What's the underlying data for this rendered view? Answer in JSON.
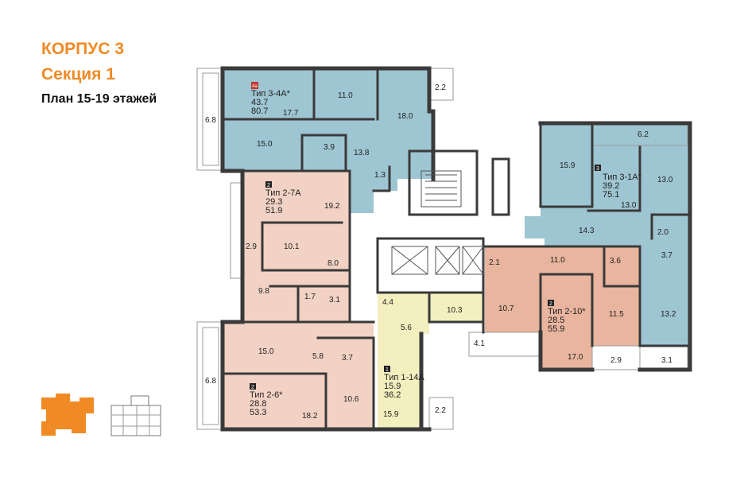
{
  "header": {
    "building": "КОРПУС 3",
    "section": "Секция 1",
    "plan": "План 15-19 этажей"
  },
  "colors": {
    "accent": "#f08a24",
    "blue": "#9ec5d2",
    "pink": "#f2d2c4",
    "salmon": "#e9b59f",
    "yellow": "#f3efbf",
    "wall": "#3a3a3a"
  },
  "units": [
    {
      "badge": "4a",
      "type": "Тип 3-4А*",
      "living": "43.7",
      "total": "80.7",
      "color": "blue"
    },
    {
      "badge": "2",
      "type": "Тип 2-7А",
      "living": "29.3",
      "total": "51.9",
      "color": "pink"
    },
    {
      "badge": "2",
      "type": "Тип 2-6*",
      "living": "28.8",
      "total": "53.3",
      "color": "pink"
    },
    {
      "badge": "1",
      "type": "Тип 1-14А",
      "living": "15.9",
      "total": "36.2",
      "color": "yellow"
    },
    {
      "badge": "2",
      "type": "Тип 2-10*",
      "living": "28.5",
      "total": "55.9",
      "color": "salmon"
    },
    {
      "badge": "3",
      "type": "Тип 3-1А*",
      "living": "39.2",
      "total": "75.1",
      "color": "blue"
    }
  ],
  "rooms": {
    "r1": "11.0",
    "r2": "2.2",
    "r3": "17.7",
    "r4": "18.0",
    "r5": "6.8",
    "r6": "15.0",
    "r7": "3.9",
    "r8": "13.8",
    "r9": "1.3",
    "r10": "19.2",
    "r11": "2.9",
    "r12": "10.1",
    "r13": "8.0",
    "r14": "9.8",
    "r15": "1.7",
    "r16": "3.1",
    "r17": "15.0",
    "r18": "5.8",
    "r19": "3.7",
    "r20": "6.8",
    "r21": "10.6",
    "r22": "18.2",
    "r23": "4.4",
    "r24": "10.3",
    "r25": "5.6",
    "r26": "15.9",
    "r27": "2.2",
    "r28": "15.9",
    "r29": "6.2",
    "r30": "13.0",
    "r31": "13.0",
    "r32": "14.3",
    "r33": "2.0",
    "r34": "2.1",
    "r35": "11.0",
    "r36": "3.6",
    "r37": "3.7",
    "r38": "10.7",
    "r39": "11.5",
    "r40": "13.2",
    "r41": "4.1",
    "r42": "17.0",
    "r43": "2.9",
    "r44": "3.1"
  }
}
